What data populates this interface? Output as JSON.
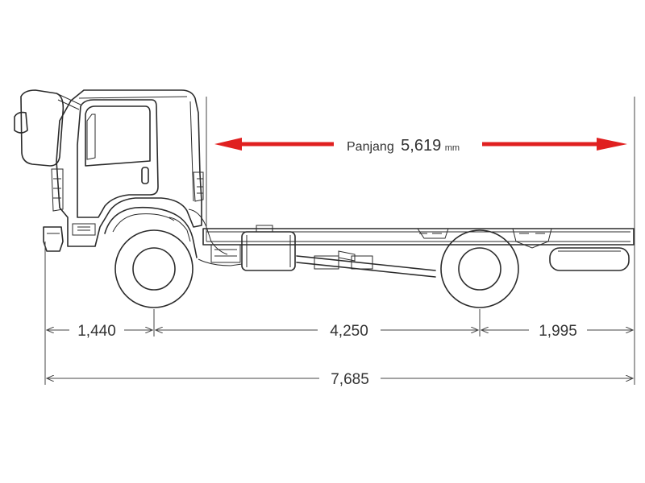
{
  "overall_length": {
    "prefix": "Panjang",
    "value": "5,619",
    "unit": "mm",
    "arrow_color": "#e02020"
  },
  "dimensions": {
    "front_overhang": "1,440",
    "wheelbase": "4,250",
    "rear_overhang": "1,995",
    "total_length": "7,685"
  }
}
